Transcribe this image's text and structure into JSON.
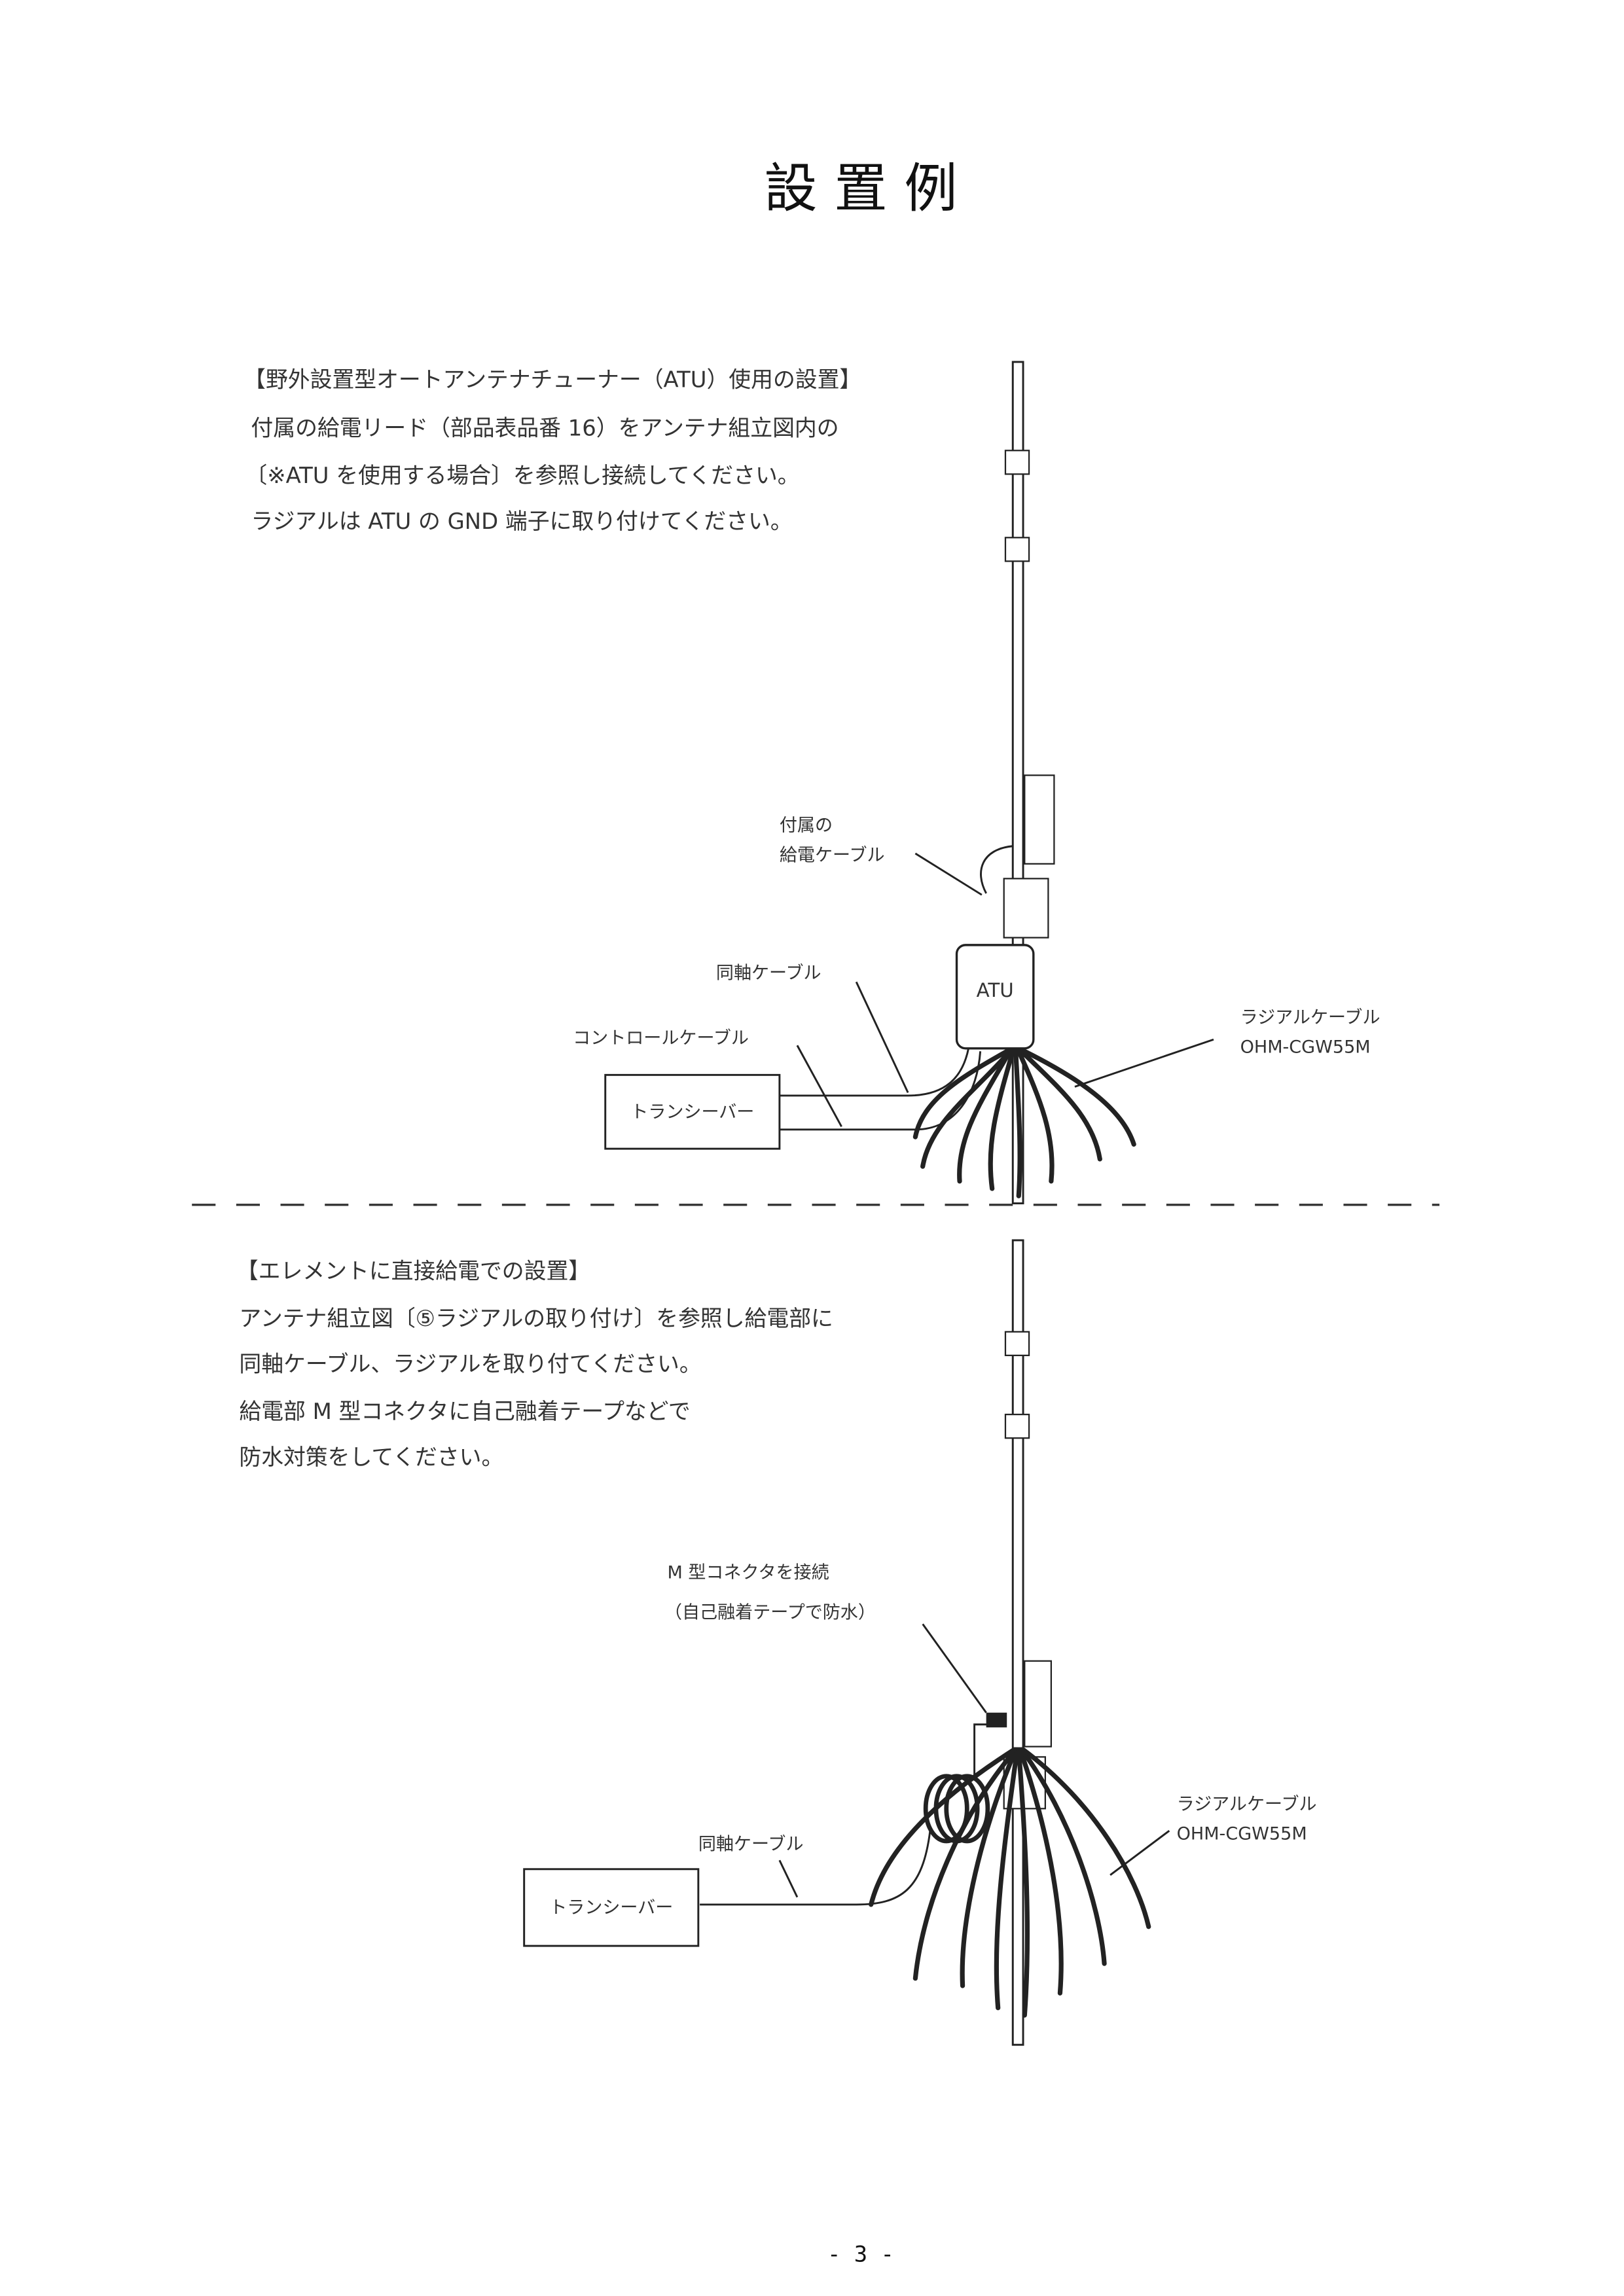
{
  "title": "設 置 例",
  "section1": {
    "heading": "【野外設置型オートアンテナチューナー（ATU）使用の設置】",
    "lines": [
      "付属の給電リード（部品表品番 16）をアンテナ組立図内の",
      "〔※ATU を使用する場合〕を参照し接続してください。",
      "ラジアルは ATU の GND 端子に取り付けてください。"
    ],
    "labels": {
      "feed_cable_1": "付属の",
      "feed_cable_2": "給電ケーブル",
      "coax": "同軸ケーブル",
      "control": "コントロールケーブル",
      "atu": "ATU",
      "transceiver": "トランシーバー",
      "radial_1": "ラジアルケーブル",
      "radial_2": "OHM-CGW55M"
    }
  },
  "section2": {
    "heading": "【エレメントに直接給電での設置】",
    "lines": [
      "アンテナ組立図〔⑤ラジアルの取り付け〕を参照し給電部に",
      "同軸ケーブル、ラジアルを取り付てください。",
      "給電部 M 型コネクタに自己融着テープなどで",
      "防水対策をしてください。"
    ],
    "labels": {
      "connector_1": "M 型コネクタを接続",
      "connector_2": "（自己融着テープで防水）",
      "coax": "同軸ケーブル",
      "transceiver": "トランシーバー",
      "radial_1": "ラジアルケーブル",
      "radial_2": "OHM-CGW55M"
    }
  },
  "page_number": "- 3 -"
}
